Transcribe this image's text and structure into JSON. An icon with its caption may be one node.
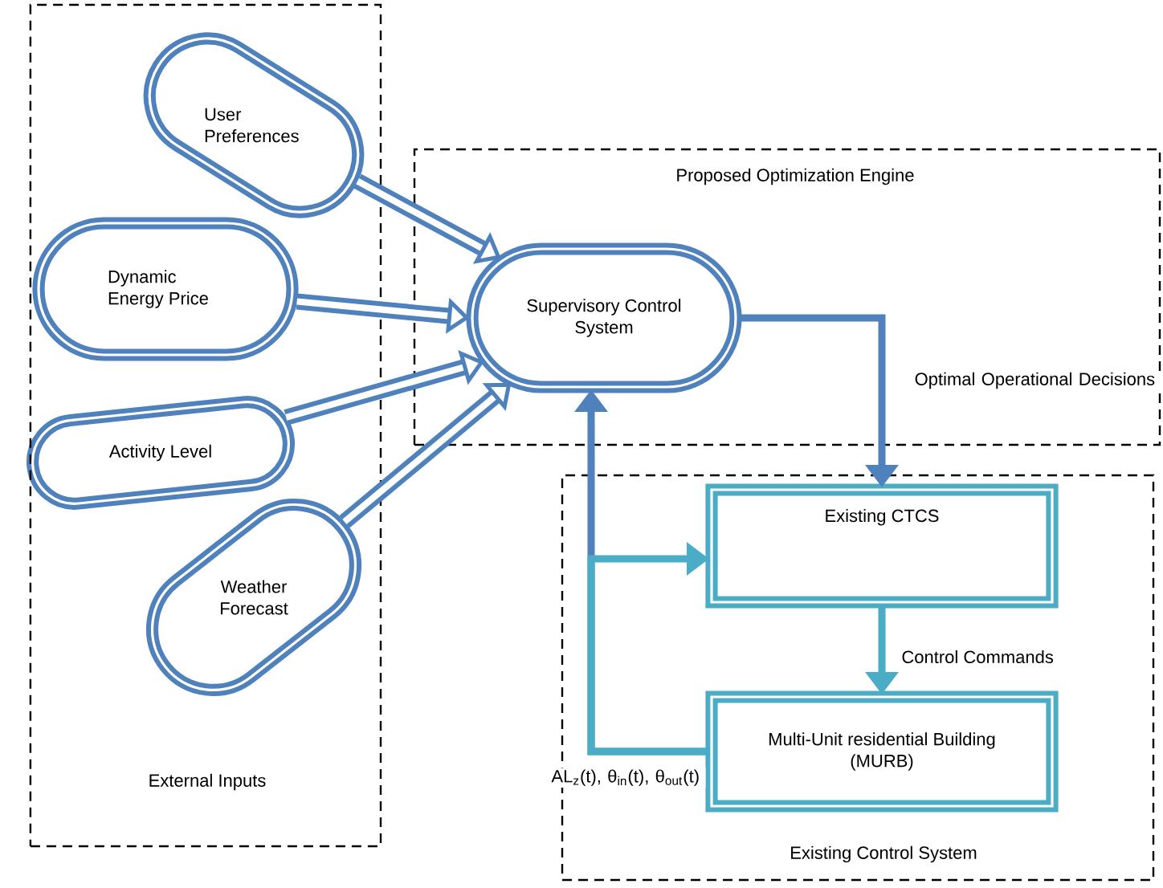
{
  "diagram": {
    "nodes": [
      {
        "text": [
          "External Inputs"
        ]
      },
      {
        "text": [
          "User Preferences"
        ],
        "in": 0
      },
      {
        "text": [
          "Dynamic Energy Price"
        ],
        "in": 0
      },
      {
        "text": [
          "Activity Level"
        ],
        "in": 0
      },
      {
        "text": [
          "Weather Forecast"
        ],
        "in": 0
      },
      {
        "text": [
          "Proposed Optimization Engine"
        ]
      },
      {
        "text": [
          "Supervisory Control System"
        ],
        "in": 5
      },
      {
        "text": [
          "Existing Control System"
        ]
      },
      {
        "text": [
          "Existing CTCS"
        ],
        "in": 7
      },
      {
        "text": [
          "Multi-Unit residential Building (MURB)"
        ],
        "in": 7
      }
    ],
    "edges": [
      {
        "from": 1,
        "to": 6,
        "arrow": "to",
        "style": "thick"
      },
      {
        "from": 2,
        "to": 6,
        "arrow": "to",
        "style": "thick"
      },
      {
        "from": 3,
        "to": 6,
        "arrow": "to",
        "style": "thick"
      },
      {
        "from": 4,
        "to": 6,
        "arrow": "to",
        "style": "thick"
      },
      {
        "from": 6,
        "to": 8,
        "arrow": "to",
        "label": "Optimal Operational Decisions"
      },
      {
        "from": 8,
        "to": 9,
        "arrow": "to",
        "label": "Control Commands",
        "color": "#4bacc6"
      },
      {
        "from": 9,
        "to": 6,
        "arrow": "to",
        "label": "AL$_{z}$(t), θ$_{in}$(t), θ$_{out}$(t)"
      },
      {
        "from": 9,
        "to": 8,
        "arrow": "to",
        "color": "#4bacc6"
      }
    ]
  }
}
